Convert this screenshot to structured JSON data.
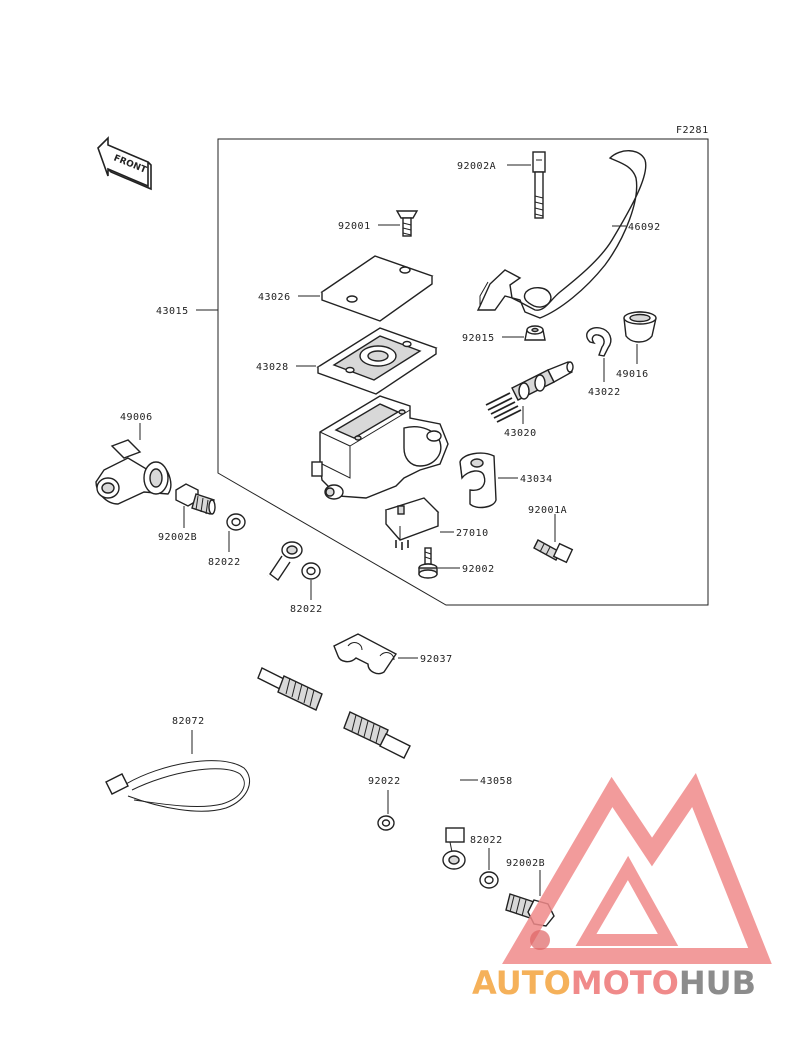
{
  "diagram": {
    "code": "F2281",
    "front_label": "FRONT",
    "labels": {
      "p92002A": "92002A",
      "p46092": "46092",
      "p92001": "92001",
      "p43026": "43026",
      "p43015": "43015",
      "p43028": "43028",
      "p92015": "92015",
      "p43022": "43022",
      "p49016": "49016",
      "p43020": "43020",
      "p49006": "49006",
      "p43034": "43034",
      "p92001A": "92001A",
      "p92002B_top": "92002B",
      "p82022_left": "82022",
      "p27010": "27010",
      "p82022_mid": "82022",
      "p92002": "92002",
      "p92037": "92037",
      "p82072": "82072",
      "p43058": "43058",
      "p92022": "92022",
      "p82022_low": "82022",
      "p92002B_low": "92002B"
    }
  },
  "watermark": {
    "part1": "AUTO",
    "part2": "MOTO",
    "part3": "HUB",
    "color_light": "#f5b15a",
    "color_mid": "#f08a8a",
    "color_dark": "#8c8c8c"
  }
}
